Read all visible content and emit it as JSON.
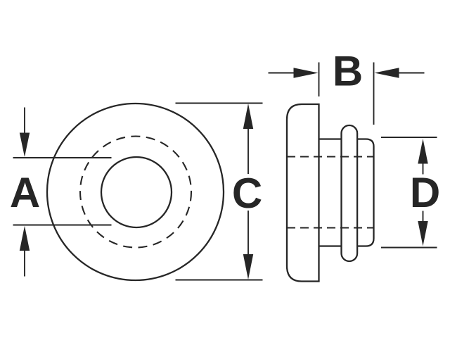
{
  "drawing": {
    "background_color": "#ffffff",
    "line_color": "#262626",
    "dimensions": {
      "a": {
        "label": "A"
      },
      "b": {
        "label": "B"
      },
      "c": {
        "label": "C"
      },
      "d": {
        "label": "D"
      }
    }
  }
}
